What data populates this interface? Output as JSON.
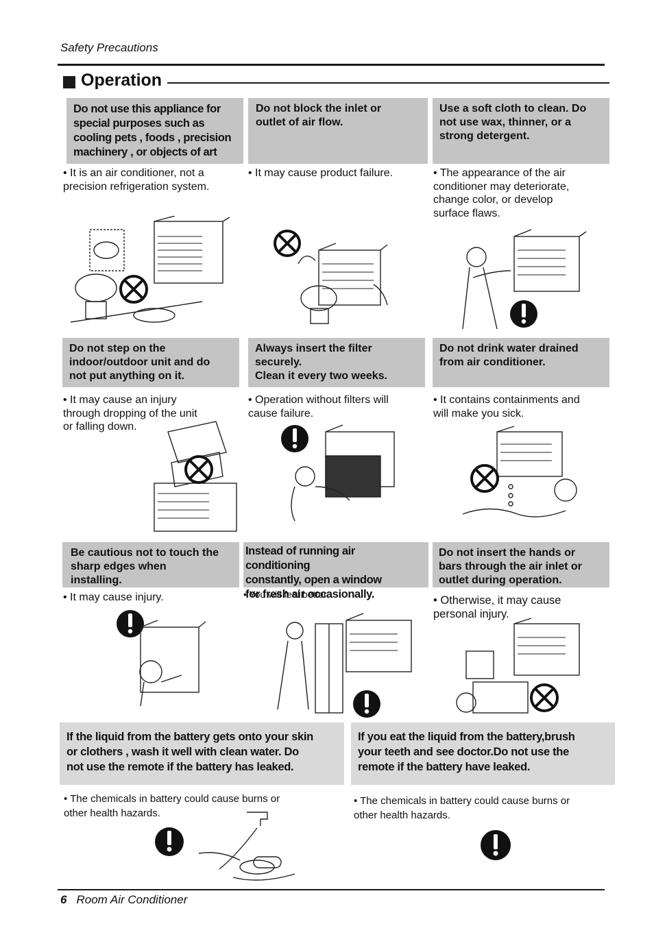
{
  "header": {
    "title": "Safety Precautions"
  },
  "section": {
    "title": "Operation"
  },
  "cards": [
    {
      "title": "Do not use this appliance for\nspecial purposes such as\ncooling pets , foods , precision\nmachinery , or objects of art",
      "note": "• It is an air conditioner, not a\n   precision refrigeration system."
    },
    {
      "title": "Do not block the inlet or\noutlet of  air flow.",
      "note": "• It may cause product failure."
    },
    {
      "title": "Use a soft cloth to clean. Do\nnot use wax, thinner, or a\nstrong detergent.",
      "note": "• The appearance of the air\n   conditioner may deteriorate,\n   change color, or develop\n   surface flaws."
    },
    {
      "title": "Do not step on the\nindoor/outdoor unit and do\nnot put anything on it.",
      "note": "• It may cause an injury\n   through dropping of the unit\n   or falling down."
    },
    {
      "title": "Always insert the filter\nsecurely.\nClean it every two weeks.",
      "note": "• Operation without filters will\n   cause failure."
    },
    {
      "title": "Do not drink water drained\nfrom air conditioner.",
      "note": "• It contains containments and\n   will make you sick."
    },
    {
      "title": "Be cautious not to touch the\nsharp edges when\ninstalling.",
      "note": "• It may cause injury."
    },
    {
      "title": "Instead of running air conditioning\nconstantly, open a window\nfor fresh air occasionally.",
      "note": "•  You will feel better."
    },
    {
      "title": "Do not insert the hands or\nbars through the air inlet or\noutlet during operation.",
      "note": "• Otherwise, it may cause\n   personal injury."
    }
  ],
  "battery": [
    {
      "title": "If the liquid from the battery gets onto your skin\nor clothers , wash it well with clean water. Do\nnot use the remote if the battery has leaked.",
      "note": "• The chemicals in battery could cause burns or\n   other health hazards."
    },
    {
      "title": "If you eat the liquid from the battery,brush\nyour teeth and see doctor.Do not use the\nremote if the battery have leaked.",
      "note": "• The chemicals in battery  could cause burns or\n   other health hazards."
    }
  ],
  "footer": {
    "page": "6",
    "title": "Room Air Conditioner"
  }
}
